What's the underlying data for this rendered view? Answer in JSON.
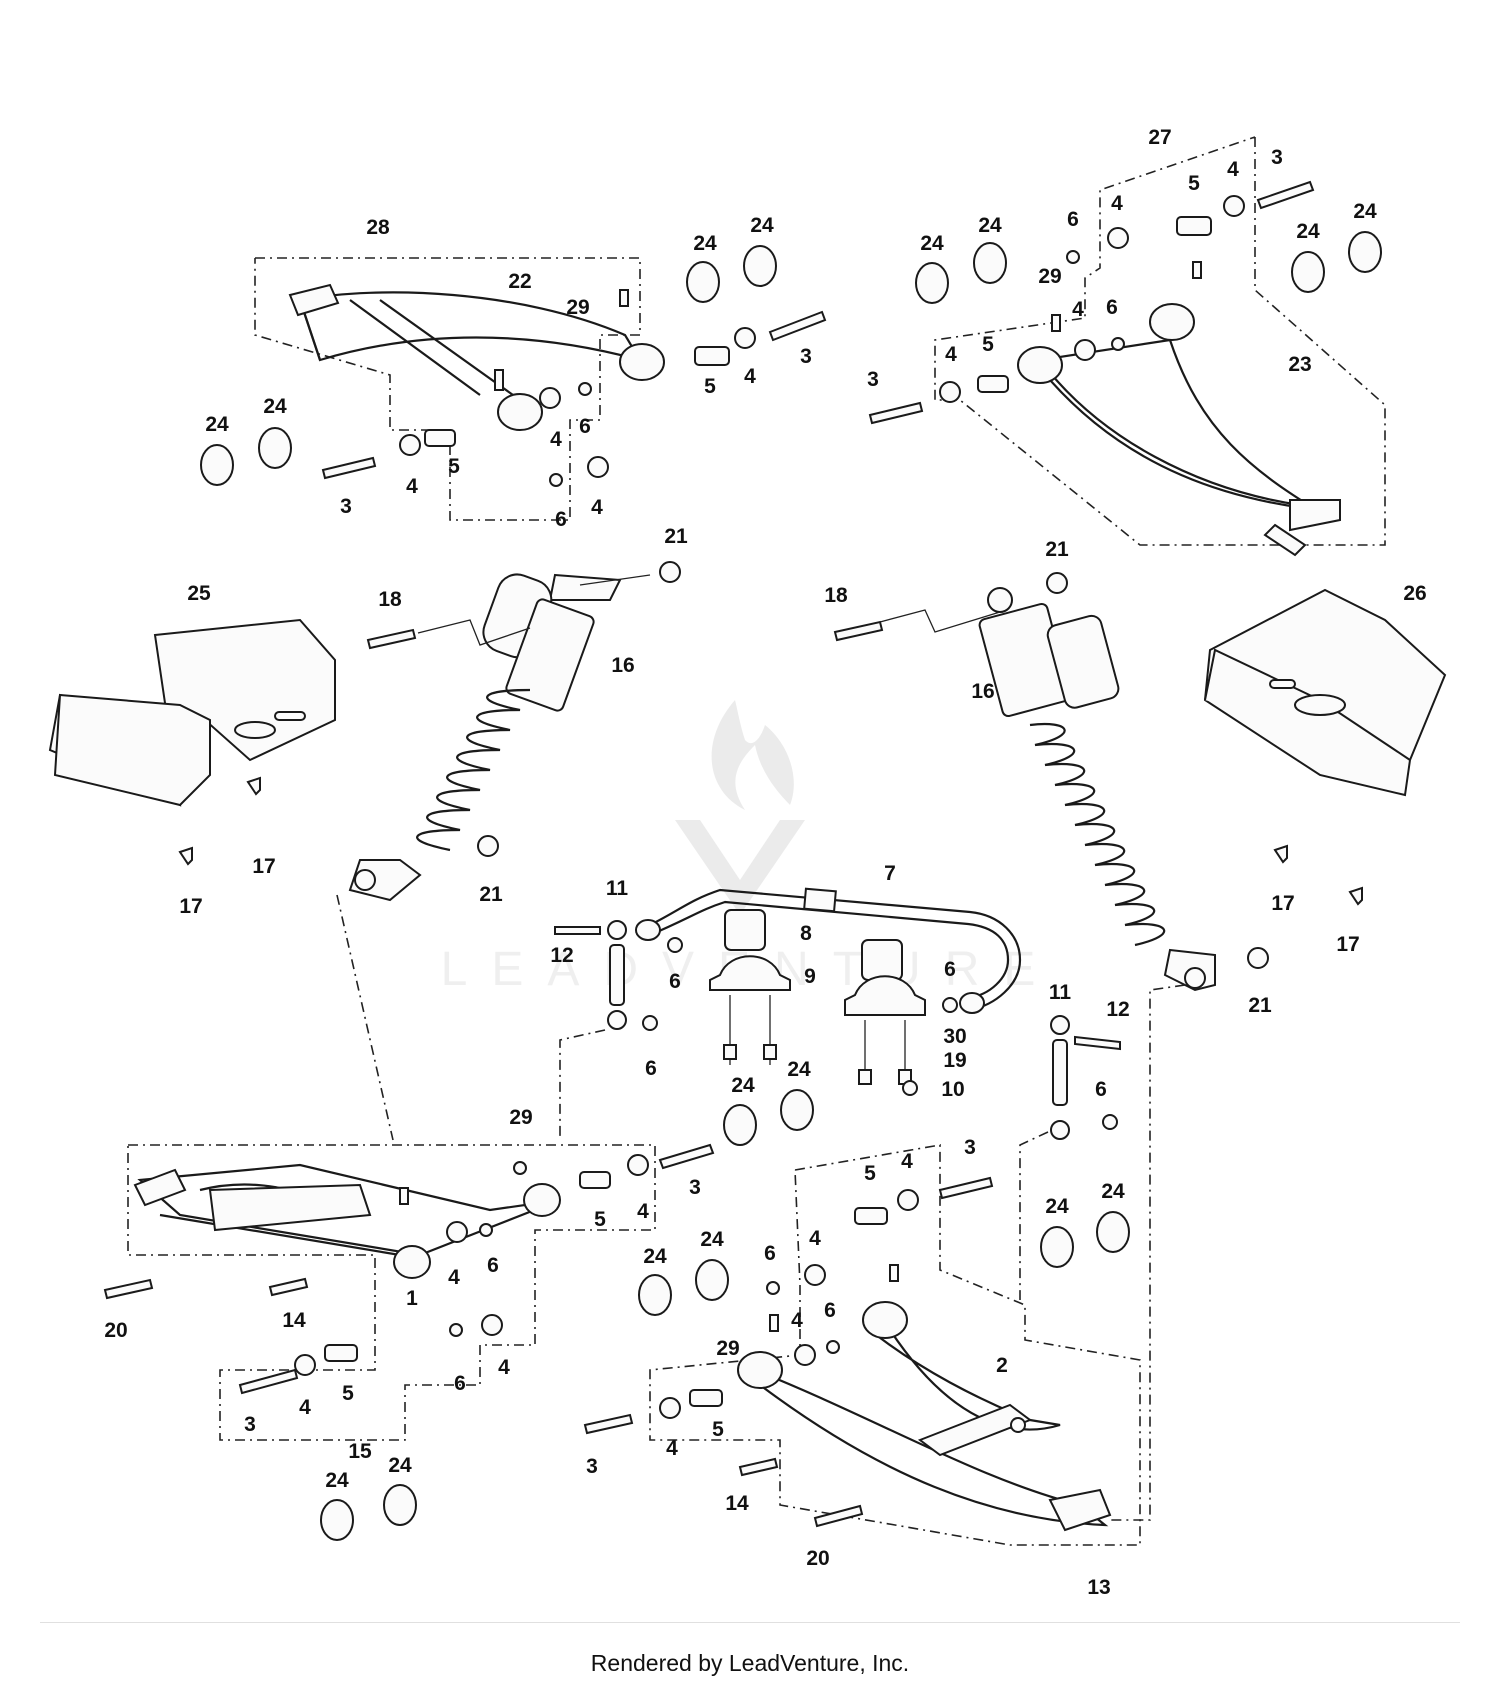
{
  "footer": {
    "text": "Rendered by LeadVenture, Inc."
  },
  "watermark": {
    "text": "LEADVENTURE"
  },
  "callouts": {
    "c28": "28",
    "c22": "22",
    "c29a": "29",
    "c24a": "24",
    "c24b": "24",
    "c3a": "3",
    "c4a": "4",
    "c5a": "5",
    "c24c": "24",
    "c24d": "24",
    "c3b": "3",
    "c4b": "4",
    "c5b": "5",
    "c4c": "4",
    "c6a": "6",
    "c6b": "6",
    "c4d": "4",
    "c27": "27",
    "c3c": "3",
    "c4e": "4",
    "c5c": "5",
    "c4f": "4",
    "c6c": "6",
    "c24e": "24",
    "c24f": "24",
    "c24g": "24",
    "c24h": "24",
    "c29b": "29",
    "c4g": "4",
    "c6d": "6",
    "c4h": "4",
    "c5d": "5",
    "c3d": "3",
    "c23": "23",
    "c25": "25",
    "c18a": "18",
    "c21a": "21",
    "c16a": "16",
    "c17a": "17",
    "c17b": "17",
    "c21b": "21",
    "c18b": "18",
    "c21c": "21",
    "c16b": "16",
    "c26": "26",
    "c17c": "17",
    "c17d": "17",
    "c21d": "21",
    "c11a": "11",
    "c12a": "12",
    "c6e": "6",
    "c6f": "6",
    "c7": "7",
    "c8": "8",
    "c9": "9",
    "c6g": "6",
    "c30": "30",
    "c19": "19",
    "c10": "10",
    "c11b": "11",
    "c12b": "12",
    "c6h": "6",
    "c24i": "24",
    "c24j": "24",
    "c29c": "29",
    "c3e": "3",
    "c5e": "5",
    "c4i": "4",
    "c4j": "4",
    "c6i": "6",
    "c1": "1",
    "c20a": "20",
    "c14a": "14",
    "c6j": "6",
    "c4k": "4",
    "c3f": "3",
    "c4l": "4",
    "c5f": "5",
    "c15": "15",
    "c24k": "24",
    "c24l": "24",
    "c3g": "3",
    "c5g": "5",
    "c4m": "4",
    "c24m": "24",
    "c24n": "24",
    "c24o": "24",
    "c24p": "24",
    "c6k": "6",
    "c4n": "4",
    "c4o": "4",
    "c6l": "6",
    "c29d": "29",
    "c2": "2",
    "c3h": "3",
    "c4p": "4",
    "c5h": "5",
    "c14b": "14",
    "c20b": "20",
    "c13": "13"
  }
}
